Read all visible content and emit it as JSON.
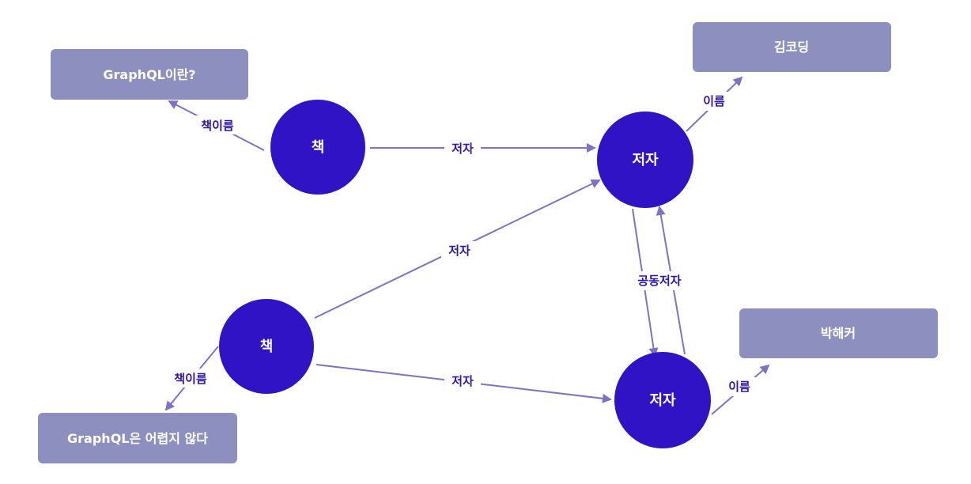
{
  "nodes": {
    "book_1": "책",
    "book_2": "책",
    "author_1": "저자",
    "author_2": "저자"
  },
  "boxes": {
    "title_1": "GraphQL이란?",
    "title_2": "GraphQL은 어렵지 않다",
    "name_1": "김코딩",
    "name_2": "박해커"
  },
  "edges": {
    "book1_title": "책이름",
    "book1_author1": "저자",
    "book2_author1": "저자",
    "book2_author2": "저자",
    "book2_title": "책이름",
    "author1_name": "이름",
    "author2_name": "이름",
    "coauthor": "공동저자"
  },
  "colors": {
    "node": "#2f13c4",
    "box": "#8d8fbf",
    "edge": "#7c72c6",
    "label": "#2f13a6"
  }
}
